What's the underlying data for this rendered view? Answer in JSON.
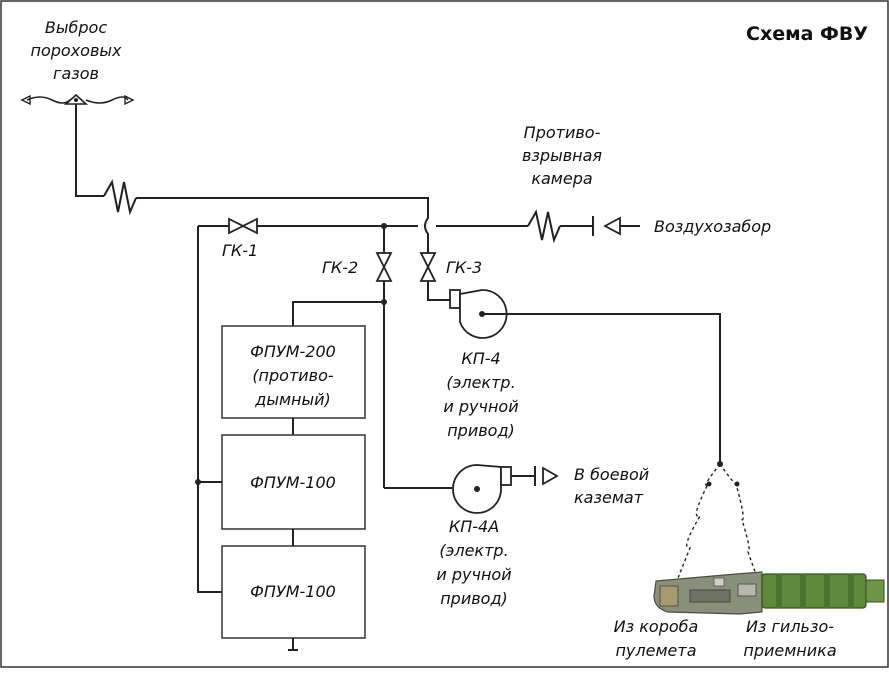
{
  "title": "Схема ФВУ",
  "labels": {
    "exhaust": [
      "Выброс",
      "пороховых",
      "газов"
    ],
    "chamber": [
      "Противо-",
      "взрывная",
      "камера"
    ],
    "intake": "Воздухозабор",
    "gk1": "ГК-1",
    "gk2": "ГК-2",
    "gk3": "ГК-3",
    "kp4": [
      "КП-4",
      "(электр.",
      "и ручной",
      "привод)"
    ],
    "kp4a": [
      "КП-4А",
      "(электр.",
      "и ручной",
      "привод)"
    ],
    "casemate": [
      "В боевой",
      "каземат"
    ],
    "mg_box": [
      "Из короба",
      "пулемета"
    ],
    "mg_catcher": [
      "Из гильзо-",
      "приемника"
    ]
  },
  "filters": {
    "f200": [
      "ФПУМ-200",
      "(противо-",
      "дымный)"
    ],
    "f100a": "ФПУМ-100",
    "f100b": "ФПУМ-100"
  },
  "colors": {
    "line": "#222222",
    "box_fill": "#ffffff",
    "gun_body": "#8a8f7a",
    "gun_jacket": "#5f8a3a"
  }
}
